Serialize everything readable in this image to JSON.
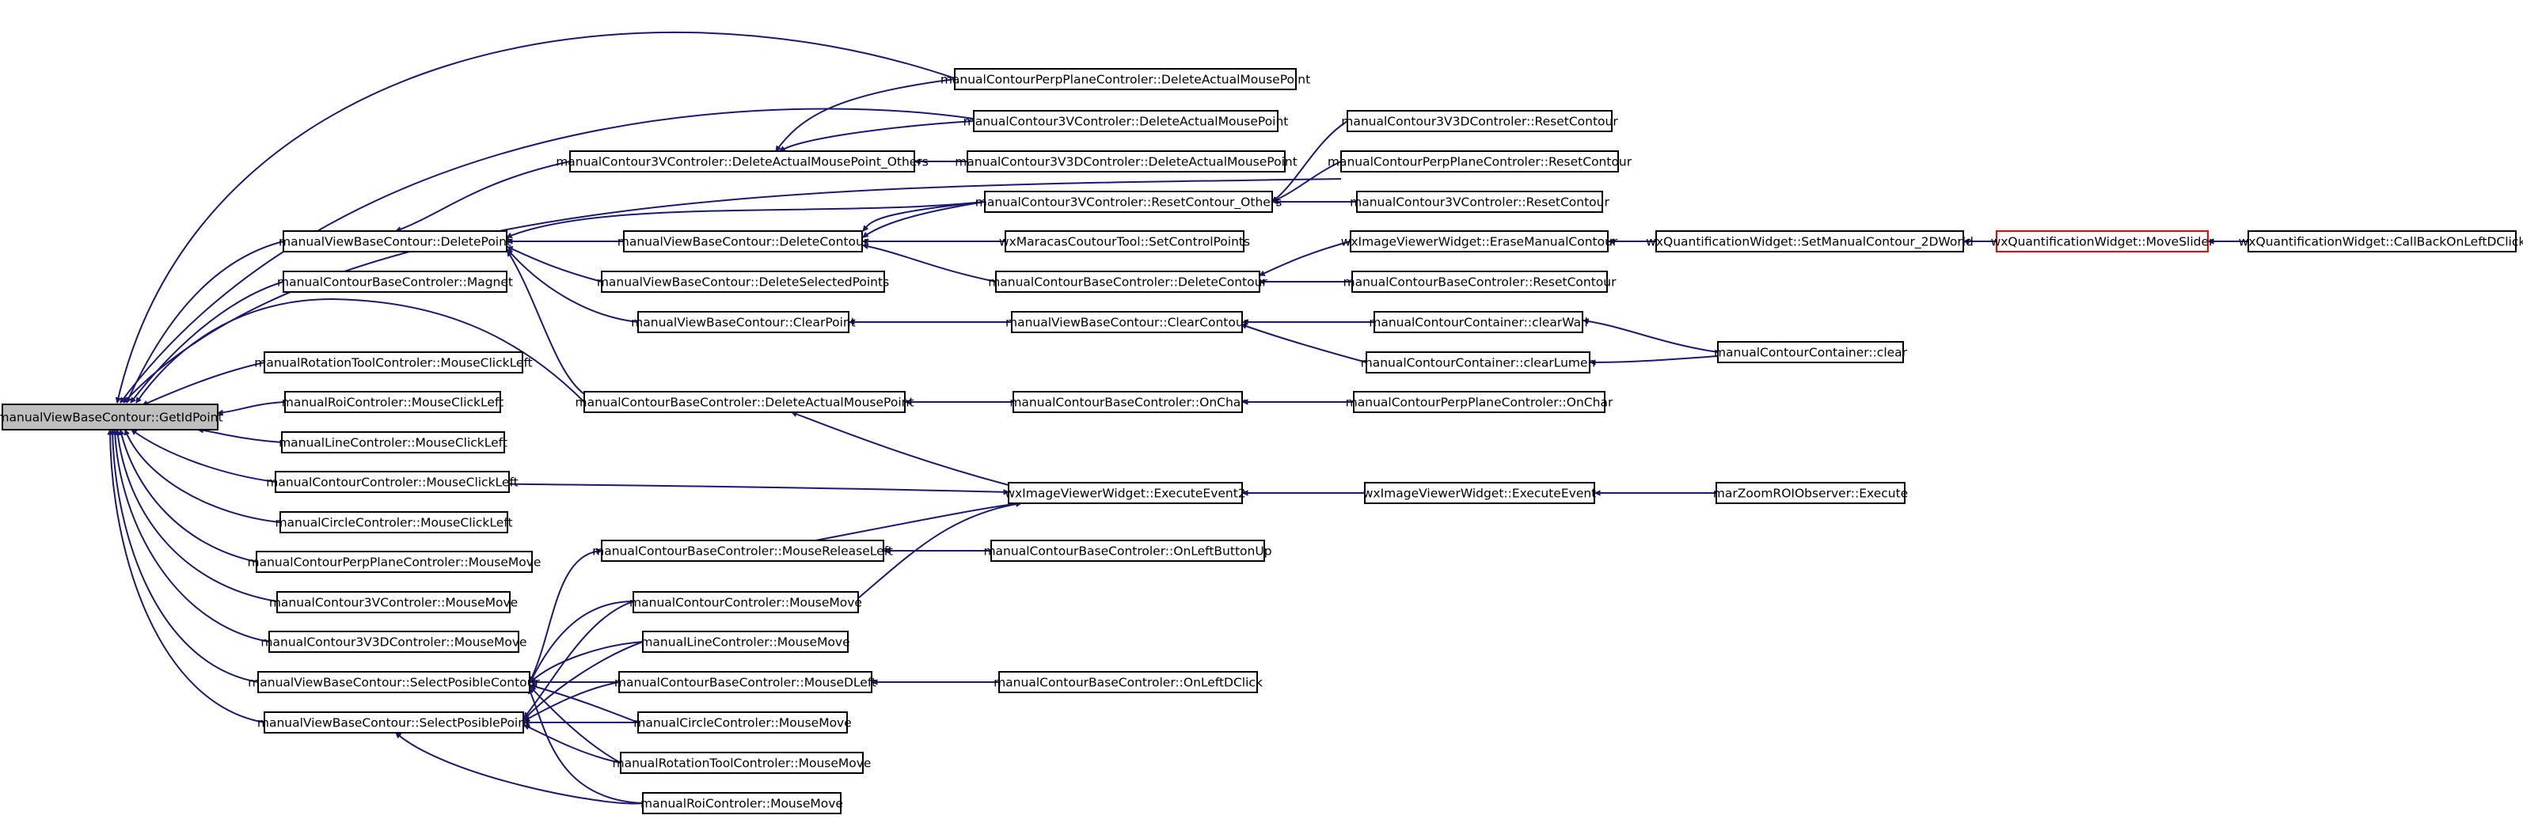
{
  "graph": {
    "title": "",
    "edge_color": "#191970",
    "root_fill": "#bfbfbf",
    "highlight_stroke": "#ff0000",
    "nodes": {
      "root": "manualViewBaseContour::GetIdPoint",
      "mcppDelAct": "manualContourPerpPlaneControler::DeleteActualMousePoint",
      "mc3vDelAct": "manualContour3VControler::DeleteActualMousePoint",
      "mc3vDelActOthers": "manualContour3VControler::DeleteActualMousePoint_Others",
      "mc3v3dDelAct": "manualContour3V3DControler::DeleteActualMousePoint",
      "mc3v3dReset": "manualContour3V3DControler::ResetContour",
      "mcppReset": "manualContourPerpPlaneControler::ResetContour",
      "mc3vResetOthers": "manualContour3VControler::ResetContour_Others",
      "mc3vReset": "manualContour3VControler::ResetContour",
      "mvbcDeletePoint": "manualViewBaseContour::DeletePoint",
      "mvbcDeleteContour": "manualViewBaseContour::DeleteContour",
      "wxMaracas": "wxMaracasCoutourTool::SetControlPoints",
      "wxIVWErase": "wxImageViewerWidget::EraseManualContour",
      "wxQWSetManual": "wxQuantificationWidget::SetManualContour_2DWorld",
      "wxQWMoveSlider": "wxQuantificationWidget::MoveSlider",
      "wxQWCallBack": "wxQuantificationWidget::CallBackOnLeftDClick",
      "mcbcMagnet": "manualContourBaseControler::Magnet",
      "mvbcDeleteSelected": "manualViewBaseContour::DeleteSelectedPoints",
      "mcbcDeleteContour": "manualContourBaseControler::DeleteContour",
      "mcbcResetContour": "manualContourBaseControler::ResetContour",
      "mvbcClearPoint": "manualViewBaseContour::ClearPoint",
      "mvbcClearContour": "manualViewBaseContour::ClearContour",
      "mccClearWall": "manualContourContainer::clearWall",
      "mccClear": "manualContourContainer::clear",
      "mccClearLumen": "manualContourContainer::clearLumen",
      "mrtcClickLeft": "manualRotationToolControler::MouseClickLeft",
      "mroiClickLeft": "manualRoiControler::MouseClickLeft",
      "mlcClickLeft": "manualLineControler::MouseClickLeft",
      "mcbcDelActMouse": "manualContourBaseControler::DeleteActualMousePoint",
      "mcbcOnChar": "manualContourBaseControler::OnChar",
      "mcppOnChar": "manualContourPerpPlaneControler::OnChar",
      "mccClickLeft": "manualContourControler::MouseClickLeft",
      "wxIVWExec2": "wxImageViewerWidget::ExecuteEvent2",
      "wxIVWExec": "wxImageViewerWidget::ExecuteEvent",
      "marZoom": "marZoomROIObserver::Execute",
      "mcircClickLeft": "manualCircleControler::MouseClickLeft",
      "mcppMouseMove": "manualContourPerpPlaneControler::MouseMove",
      "mcbcRelease": "manualContourBaseControler::MouseReleaseLeft",
      "mcbcOnLeftUp": "manualContourBaseControler::OnLeftButtonUp",
      "mc3vMouseMove": "manualContour3VControler::MouseMove",
      "mccMouseMove": "manualContourControler::MouseMove",
      "mc3v3dMouseMove": "manualContour3V3DControler::MouseMove",
      "mlcMouseMove": "manualLineControler::MouseMove",
      "mvbcSelContour": "manualViewBaseContour::SelectPosibleContour",
      "mcbcMouseDLeft": "manualContourBaseControler::MouseDLeft",
      "mcbcOnLeftDClick": "manualContourBaseControler::OnLeftDClick",
      "mvbcSelPoint": "manualViewBaseContour::SelectPosiblePoint",
      "mcircMouseMove": "manualCircleControler::MouseMove",
      "mrtcMouseMove": "manualRotationToolControler::MouseMove",
      "mroiMouseMove": "manualRoiControler::MouseMove"
    }
  }
}
